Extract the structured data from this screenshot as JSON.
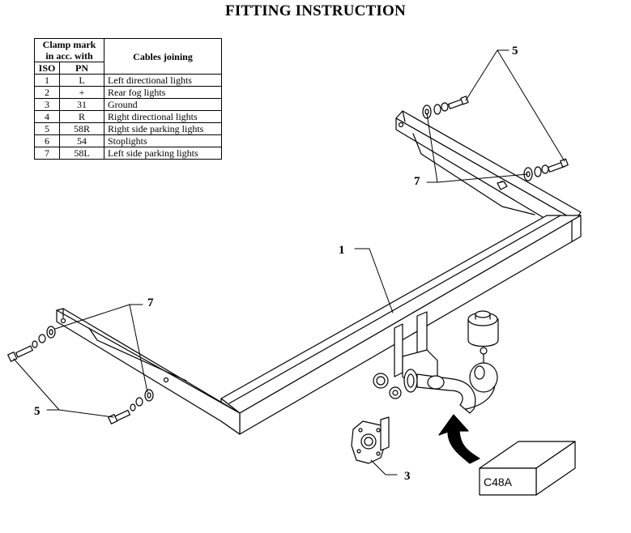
{
  "title": "FITTING INSTRUCTION",
  "table": {
    "header_clamp_line1": "Clamp mark",
    "header_clamp_line2": "in acc. with",
    "header_cables": "Cables joining",
    "header_iso": "ISO",
    "header_pn": "PN",
    "rows": [
      {
        "iso": "1",
        "pn": "L",
        "cable": "Left directional lights"
      },
      {
        "iso": "2",
        "pn": "+",
        "cable": "Rear fog lights"
      },
      {
        "iso": "3",
        "pn": "31",
        "cable": "Ground"
      },
      {
        "iso": "4",
        "pn": "R",
        "cable": "Right directional lights"
      },
      {
        "iso": "5",
        "pn": "58R",
        "cable": "Right side parking lights"
      },
      {
        "iso": "6",
        "pn": "54",
        "cable": "Stoplights"
      },
      {
        "iso": "7",
        "pn": "58L",
        "cable": "Left side parking lights"
      }
    ]
  },
  "callouts": {
    "c5_top": "5",
    "c7_right": "7",
    "c1": "1",
    "c7_left": "7",
    "c5_left": "5",
    "c3": "3"
  },
  "kit_box_label": "C48A"
}
